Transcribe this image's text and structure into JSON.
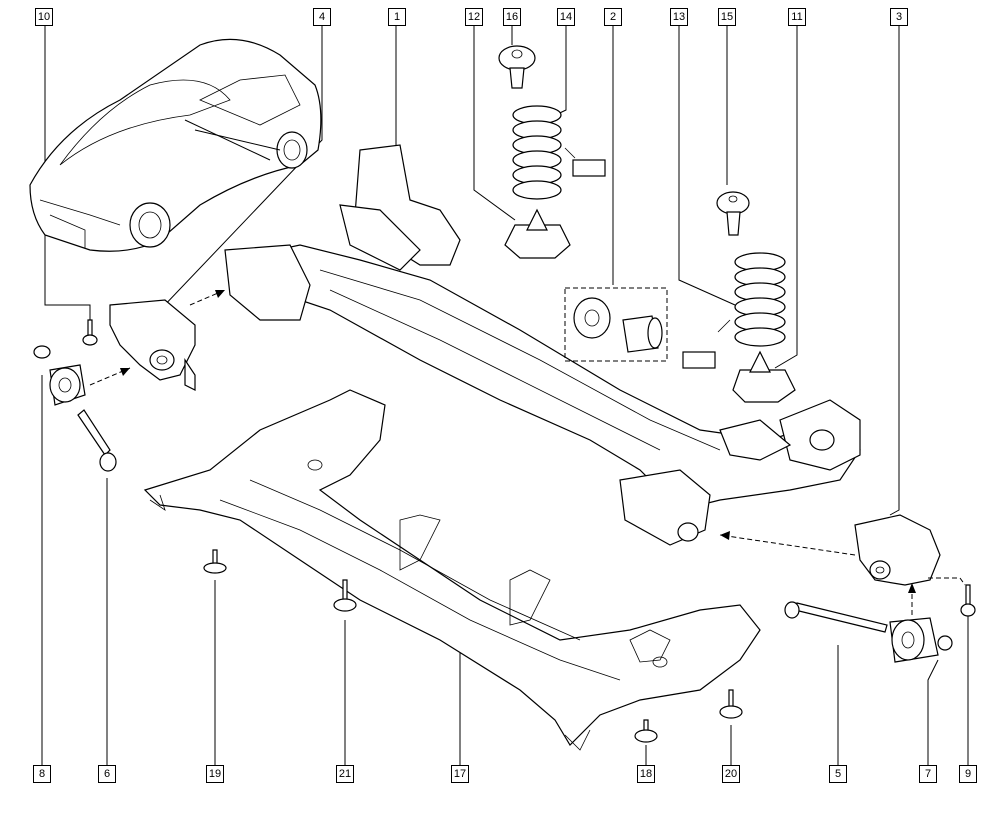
{
  "callouts": {
    "c10": "10",
    "c4": "4",
    "c1": "1",
    "c12": "12",
    "c16": "16",
    "c14": "14",
    "c2": "2",
    "c13": "13",
    "c15": "15",
    "c11": "11",
    "c3": "3",
    "c8": "8",
    "c6": "6",
    "c19": "19",
    "c21": "21",
    "c17": "17",
    "c18": "18",
    "c20": "20",
    "c5": "5",
    "c7": "7",
    "c9": "9"
  }
}
